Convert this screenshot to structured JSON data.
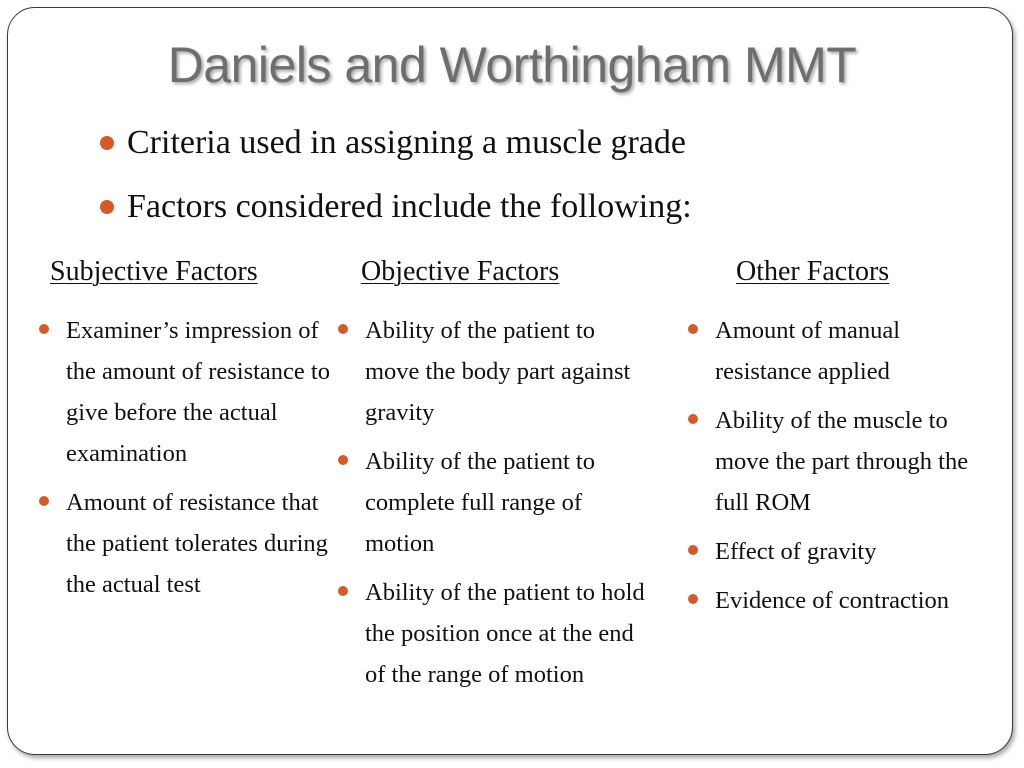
{
  "slide": {
    "title": "Daniels and Worthingham MMT",
    "bullets": [
      "Criteria used in assigning a muscle grade",
      "Factors considered include the following:"
    ],
    "accent_color": "#d45a2a",
    "title_color": "#6e6e6e"
  },
  "columns": [
    {
      "header": "Subjective Factors",
      "items": [
        "Examiner’s impression of the amount of resistance to give before the actual examination",
        "Amount of resistance that the patient tolerates during the actual test"
      ]
    },
    {
      "header": "Objective Factors",
      "items": [
        "Ability of the patient to move the body part against gravity",
        "Ability of the patient to complete full range of motion",
        "Ability of the patient to hold the position once at the end of the range of motion"
      ]
    },
    {
      "header": "Other Factors",
      "items": [
        "Amount of manual resistance applied",
        "Ability of the muscle to move the part through the full ROM",
        "Effect of gravity",
        "Evidence of contraction"
      ]
    }
  ]
}
